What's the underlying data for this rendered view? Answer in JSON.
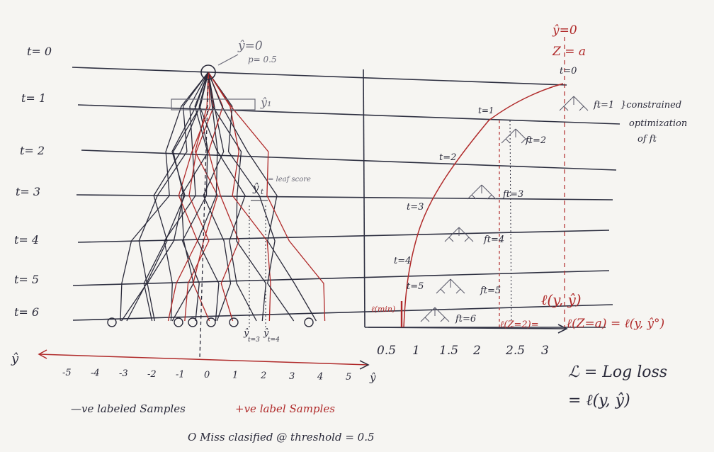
{
  "time_steps": [
    "t= 0",
    "t= 1",
    "t= 2",
    "t= 3",
    "t= 4",
    "t= 5",
    "t= 6"
  ],
  "root_annotation": {
    "yhat": "ŷ=0",
    "p": "p= 0.5"
  },
  "step1_label": "ŷ₁",
  "leaf_score": {
    "symbol": "ŷ",
    "subscript": "t",
    "text": "= leaf score"
  },
  "yhat_marks": [
    {
      "main": "ŷ",
      "sub": "t=3"
    },
    {
      "main": "ŷ",
      "sub": "t=4"
    }
  ],
  "yhat_axis": {
    "label": "ŷ",
    "ticks": [
      "-5",
      "-4",
      "-3",
      "-2",
      "-1",
      "0",
      "1",
      "2",
      "3",
      "4",
      "5"
    ]
  },
  "legend": {
    "negative": "—ve labeled Samples",
    "positive": "+ve label Samples",
    "misclassified": "O Miss clasified @ threshold = 0.5"
  },
  "right_panel": {
    "top_labels": [
      "ŷ=0",
      "Z = a"
    ],
    "curve_steps": [
      "t=0",
      "t=1",
      "t=2",
      "t=3",
      "t=4",
      "t=5"
    ],
    "tree_labels": [
      "ft=1",
      "ft=2",
      "ft=3",
      "ft=4",
      "ft=5",
      "ft=6"
    ],
    "constraint_note": [
      "}constrained",
      "optimization",
      "of ft"
    ],
    "min_label": "ℓ(min)",
    "z2_label": "ℓ(Z=2)=",
    "loss_yhat": "ℓ(y, ŷ)",
    "loss_z_a": "ℓ(Z=a) = ℓ(y, ŷ°)",
    "x_ticks": [
      "0.5",
      "1",
      "1.5",
      "2",
      "2.5",
      "3"
    ],
    "logloss_def": [
      "ℒ = Log loss",
      "= ℓ(y, ŷ)"
    ]
  },
  "colors": {
    "ink": "#2a2a3a",
    "red": "#b02a2a",
    "paper": "#f6f5f2"
  }
}
